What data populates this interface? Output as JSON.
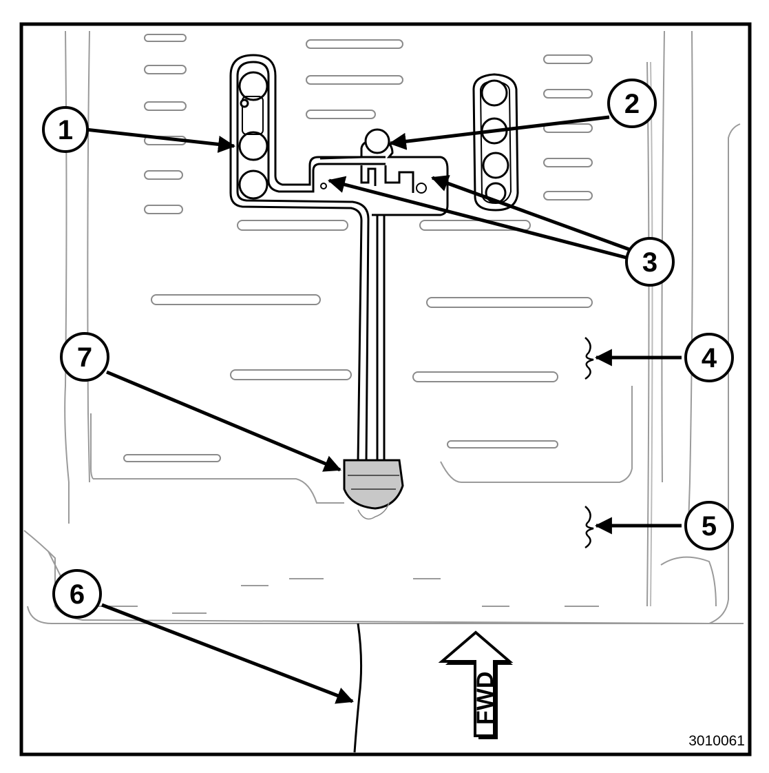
{
  "figure": {
    "figure_number": "3010061",
    "direction_label": "FWD",
    "callouts": [
      "1",
      "2",
      "3",
      "4",
      "5",
      "6",
      "7"
    ],
    "colors": {
      "line": "#000000",
      "faint_line": "#9a9a9a",
      "background": "#ffffff"
    }
  }
}
